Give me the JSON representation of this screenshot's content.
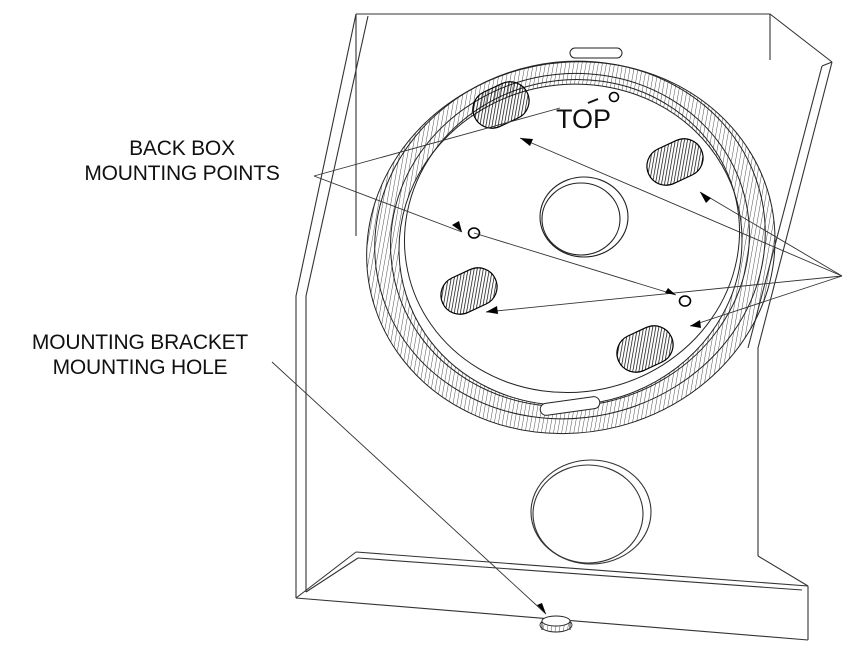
{
  "labels": {
    "back_box_line1": "BACK BOX",
    "back_box_line2": "MOUNTING POINTS",
    "bracket_line1": "MOUNTING BRACKET",
    "bracket_line2": "MOUNTING HOLE",
    "top_marking": "TOP"
  },
  "colors": {
    "ink": "#111111",
    "background": "#ffffff"
  }
}
